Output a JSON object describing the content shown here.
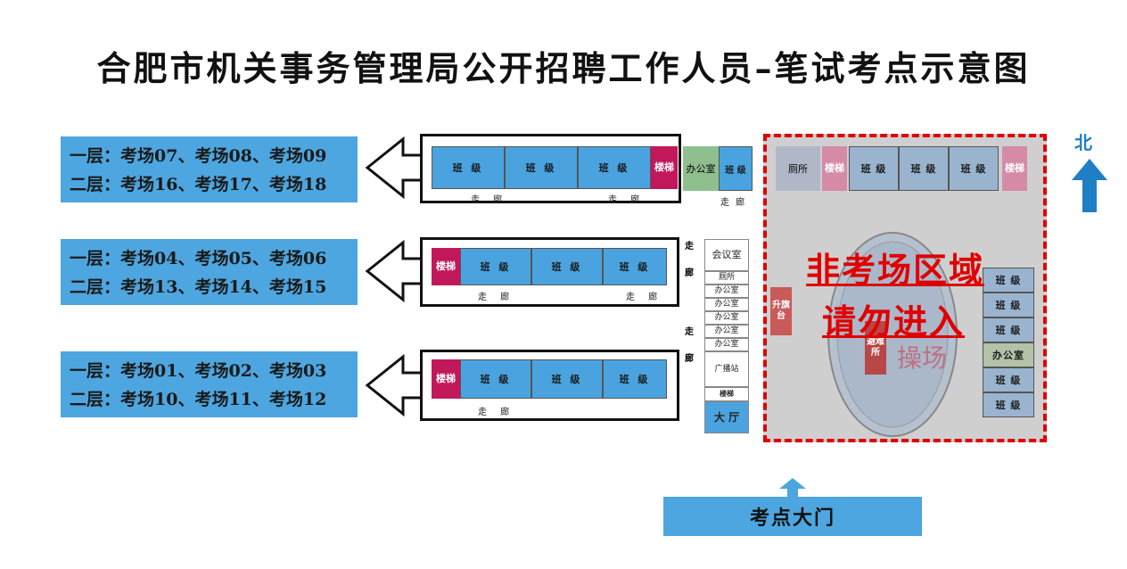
{
  "title": "合肥市机关事务管理局公开招聘工作人员–笔试考点示意图",
  "left_boxes": [
    {
      "line1": "一层：考场07、考场08、考场09",
      "line2": "二层：考场16、考场17、考场18"
    },
    {
      "line1": "一层：考场04、考场05、考场06",
      "line2": "二层：考场13、考场14、考场15"
    },
    {
      "line1": "一层：考场01、考场02、考场03",
      "line2": "二层：考场10、考场11、考场12"
    }
  ],
  "labels": {
    "classroom": "班 级",
    "corridor": "走 廊",
    "corridor_v": "走廊",
    "stairs": "楼梯",
    "office": "办公室",
    "meeting": "会议室",
    "toilet": "厕所",
    "broadcast": "广播站",
    "hall": "大 厅",
    "flag": "升旗台",
    "shelter": "避难所",
    "field": "操场"
  },
  "mid_rooms": [
    "厕所",
    "办公室",
    "办公室",
    "办公室",
    "办公室",
    "办公室"
  ],
  "right_side_rooms": [
    "班 级",
    "班 级",
    "班 级",
    "办公室",
    "班 级",
    "班 级"
  ],
  "restricted": {
    "line1": "非考场区域",
    "line2": "请勿进入",
    "color": "#e00000"
  },
  "north": "北",
  "gate": "考点大门",
  "colors": {
    "blue": "#4aa3df",
    "stair": "#c2185b",
    "restricted": "#e00000"
  }
}
